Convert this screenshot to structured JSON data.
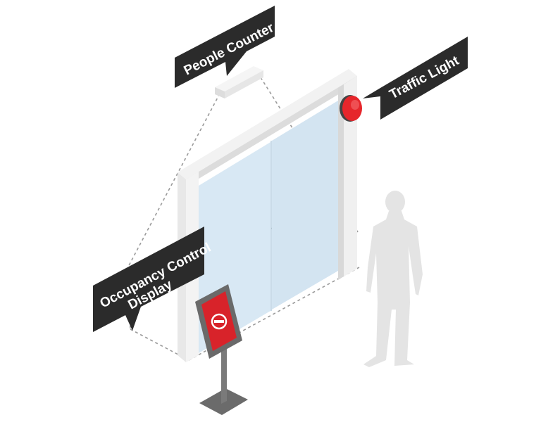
{
  "labels": {
    "people_counter": "People Counter",
    "traffic_light": "Traffic Light",
    "occupancy_line1": "Occupancy Control",
    "occupancy_line2": "Display"
  },
  "colors": {
    "callout_bg": "#2b2b2b",
    "callout_text": "#ffffff",
    "frame_light": "#efefef",
    "frame_mid": "#e2e2e2",
    "frame_dark": "#d3d3d3",
    "glass": "#d8e8f4",
    "glass_alt": "#cfe1ef",
    "silhouette": "#e4e4e4",
    "light_red": "#e6262b",
    "display_red": "#d8232a",
    "stand_grey": "#6b6b6b",
    "dashed_line": "#9a9a9a"
  },
  "icons": {
    "display": "no-entry-icon",
    "sensor": "people-counter-sensor",
    "light": "traffic-light-lamp"
  }
}
